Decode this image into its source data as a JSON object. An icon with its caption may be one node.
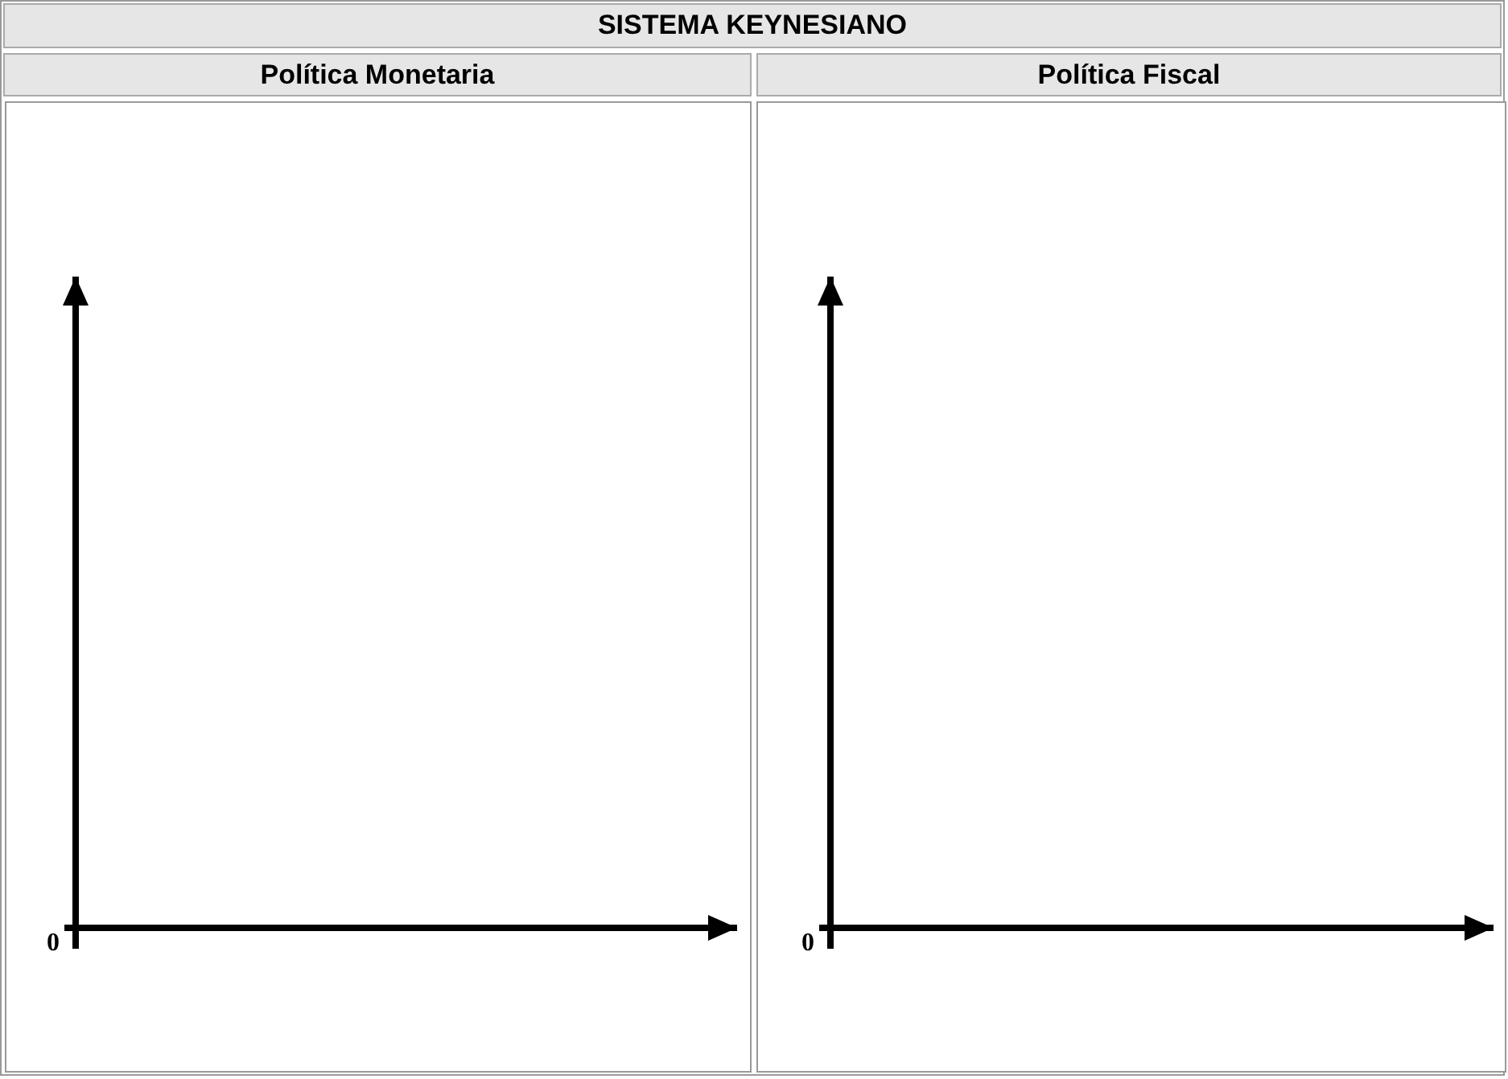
{
  "diagram": {
    "title": "SISTEMA KEYNESIANO",
    "labels": [
      "Política Monetaria",
      "Política Fiscal",
      "0",
      "0"
    ]
  }
}
